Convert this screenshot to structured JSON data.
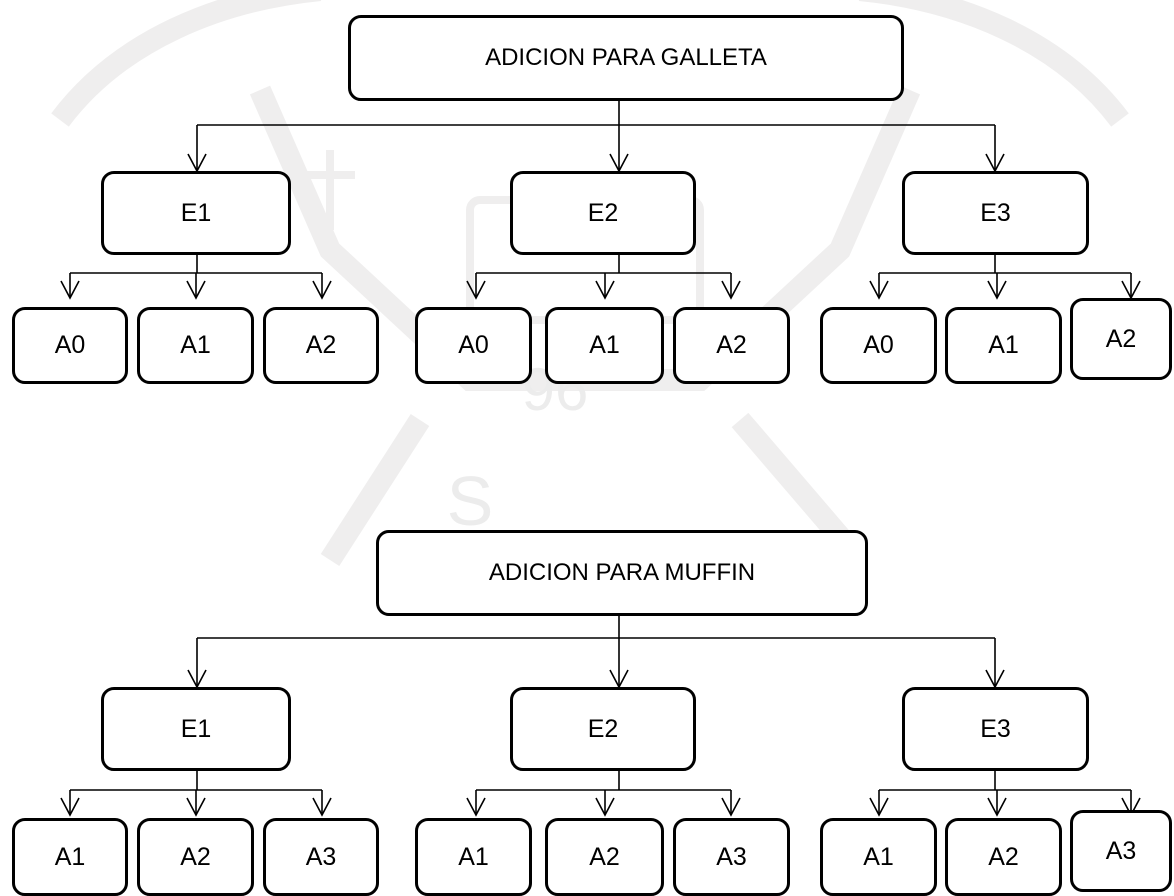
{
  "colors": {
    "stroke": "#000000",
    "box_fill": "#ffffff",
    "watermark": "#efeeee"
  },
  "watermark": {
    "year_text": "96",
    "letter_text": "S"
  },
  "diagrams": [
    {
      "title": "ADICION PARA GALLETA",
      "groups": [
        {
          "label": "E1",
          "children": [
            "A0",
            "A1",
            "A2"
          ]
        },
        {
          "label": "E2",
          "children": [
            "A0",
            "A1",
            "A2"
          ]
        },
        {
          "label": "E3",
          "children": [
            "A0",
            "A1",
            "A2"
          ]
        }
      ]
    },
    {
      "title": "ADICION PARA MUFFIN",
      "groups": [
        {
          "label": "E1",
          "children": [
            "A1",
            "A2",
            "A3"
          ]
        },
        {
          "label": "E2",
          "children": [
            "A1",
            "A2",
            "A3"
          ]
        },
        {
          "label": "E3",
          "children": [
            "A1",
            "A2",
            "A3"
          ]
        }
      ]
    }
  ]
}
